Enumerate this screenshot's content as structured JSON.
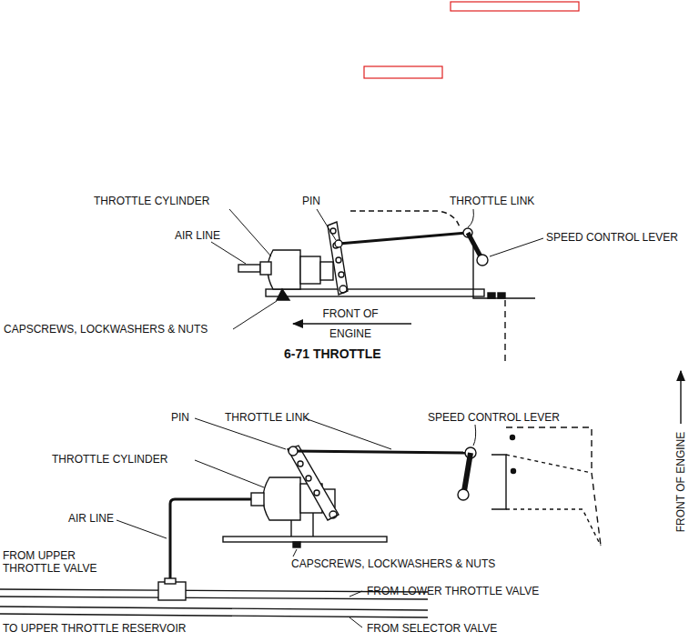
{
  "diagram": {
    "labels": [
      "THROTTLE CYLINDER",
      "PIN",
      "THROTTLE LINK",
      "AIR LINE",
      "SPEED CONTROL LEVER",
      "CAPSCREWS, LOCKWASHERS & NUTS",
      "FRONT OF ENGINE",
      "6-71 THROTTLE",
      "PIN",
      "THROTTLE LINK",
      "SPEED CONTROL LEVER",
      "FRONT OF ENGINE",
      "THROTTLE CYLINDER",
      "AIR LINE",
      "FROM UPPER THROTTLE VALVE",
      "FROM LOWER THROTTLE VALVE",
      "CAPSCREWS, LOCKWASHERS & NUTS",
      "TO UPPER THROTTLE RESERVOIR",
      "FROM SELECTOR VALVE"
    ]
  }
}
